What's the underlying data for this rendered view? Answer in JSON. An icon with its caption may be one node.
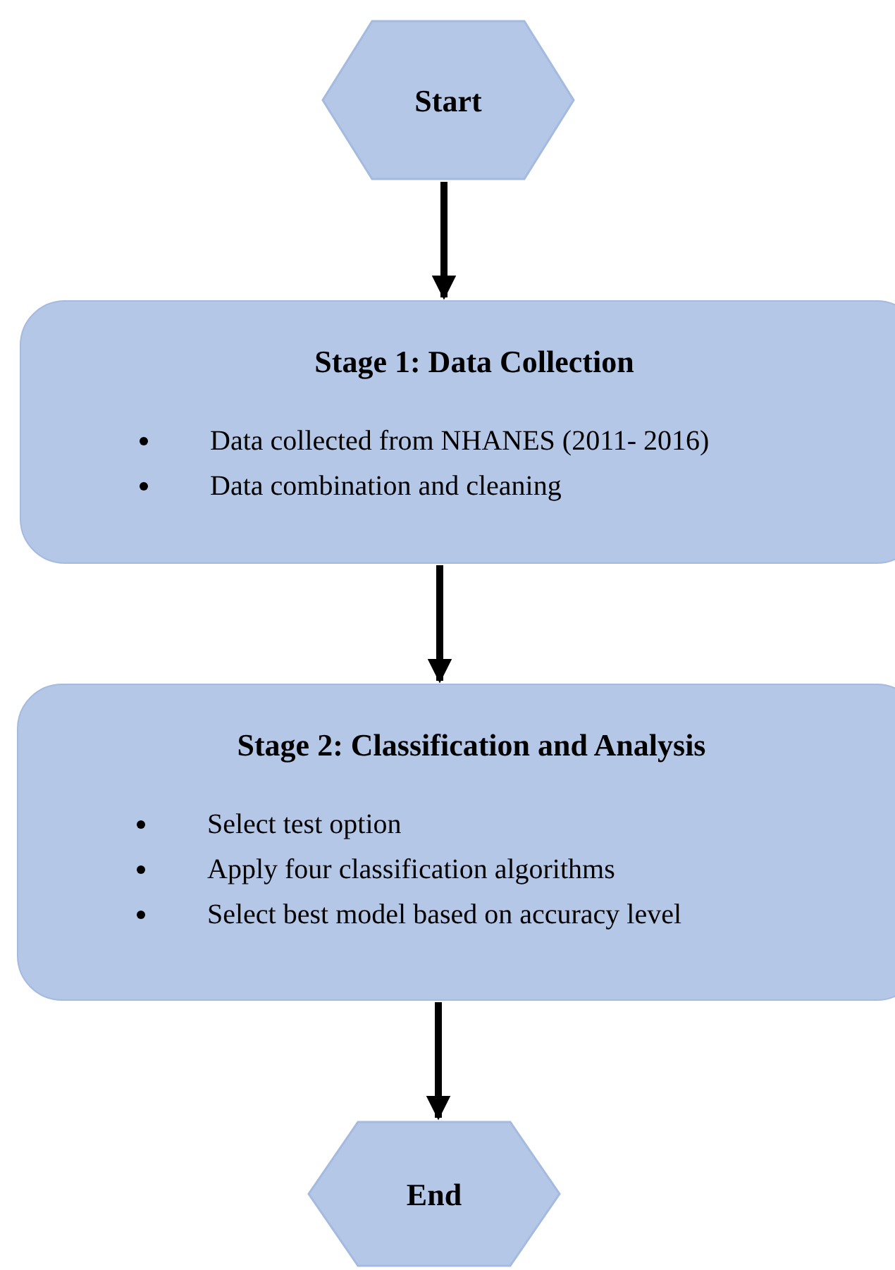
{
  "diagram": {
    "nodes": [
      {
        "text": [
          "Start"
        ]
      },
      {
        "text": [
          "Stage 1: Data Collection",
          "Data collected from NHANES (2011- 2016)",
          "Data combination and cleaning"
        ]
      },
      {
        "text": [
          "Stage 2: Classification and Analysis",
          "Select test option",
          "Apply four classification algorithms",
          "Select best model based on accuracy level"
        ]
      },
      {
        "text": [
          "End"
        ]
      }
    ],
    "edges": [
      {
        "from": 0,
        "to": 1,
        "arrow": "to"
      },
      {
        "from": 1,
        "to": 2,
        "arrow": "to"
      },
      {
        "from": 2,
        "to": 3,
        "arrow": "to"
      }
    ]
  }
}
